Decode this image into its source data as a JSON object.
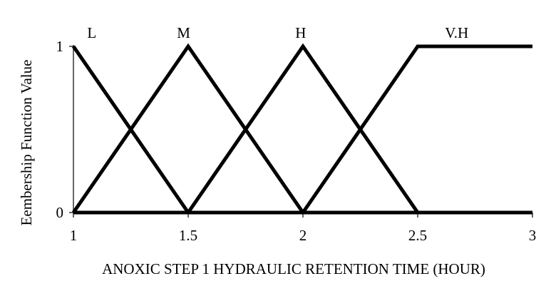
{
  "chart_data": {
    "type": "line",
    "title": "",
    "xlabel": "ANOXIC STEP 1 HYDRAULIC RETENTION TIME (HOUR)",
    "ylabel": "Eembership  Function  Value",
    "xlim": [
      1,
      3
    ],
    "ylim": [
      0,
      1
    ],
    "x_ticks": [
      "1",
      "1.5",
      "2",
      "2.5",
      "3"
    ],
    "y_ticks": [
      "0",
      "1"
    ],
    "grid": false,
    "series": [
      {
        "name": "L",
        "x": [
          1,
          1.5,
          3
        ],
        "y": [
          1,
          0,
          0
        ]
      },
      {
        "name": "M",
        "x": [
          1,
          1.5,
          2,
          3
        ],
        "y": [
          0,
          1,
          0,
          0
        ]
      },
      {
        "name": "H",
        "x": [
          1,
          1.5,
          2,
          2.5,
          3
        ],
        "y": [
          0,
          0,
          1,
          0,
          0
        ]
      },
      {
        "name": "V.H",
        "x": [
          1,
          2,
          2.5,
          3
        ],
        "y": [
          0,
          0,
          1,
          1
        ]
      }
    ],
    "set_labels": [
      {
        "text": "L",
        "x": 1.08
      },
      {
        "text": "M",
        "x": 1.48
      },
      {
        "text": "H",
        "x": 1.99
      },
      {
        "text": "V.H",
        "x": 2.67
      }
    ]
  }
}
